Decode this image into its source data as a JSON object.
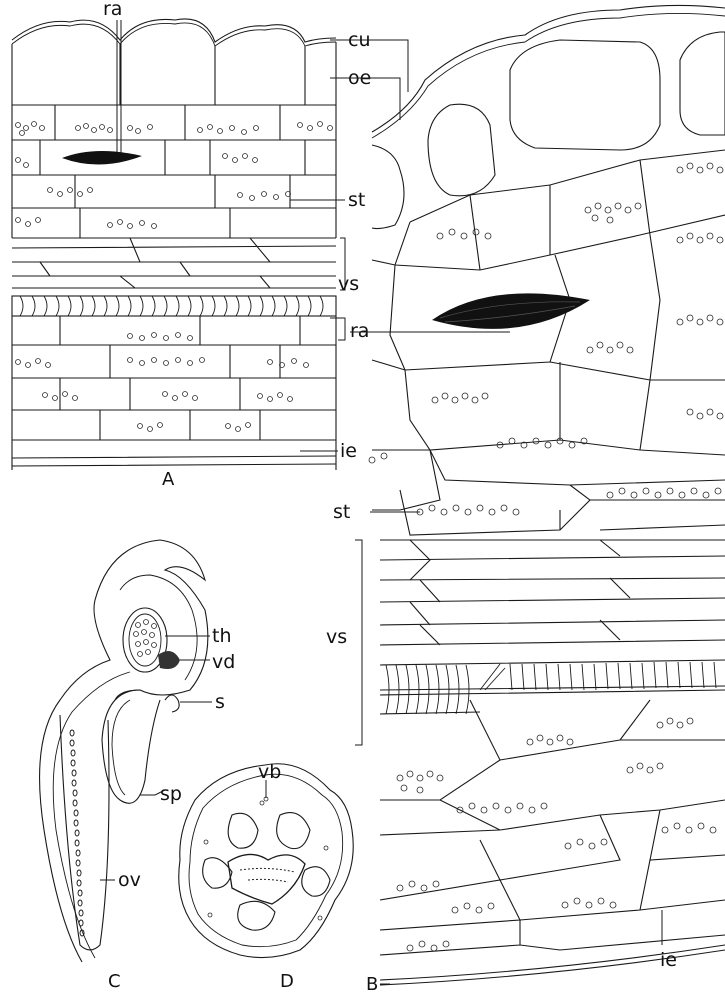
{
  "figure": {
    "panel_labels": {
      "a": "A",
      "b": "B",
      "c": "C",
      "d": "D"
    },
    "panel_a_labels": {
      "ra": "ra",
      "cu": "cu",
      "oe": "oe",
      "st": "st",
      "vs": "vs",
      "ra2": "ra",
      "ie": "ie"
    },
    "panel_b_labels": {
      "ra": "ra",
      "st": "st",
      "vs": "vs",
      "ie": "ie"
    },
    "panel_c_labels": {
      "th": "th",
      "vd": "vd",
      "s": "s",
      "sp": "sp",
      "ov": "ov"
    },
    "panel_d_labels": {
      "vb": "vb"
    }
  }
}
